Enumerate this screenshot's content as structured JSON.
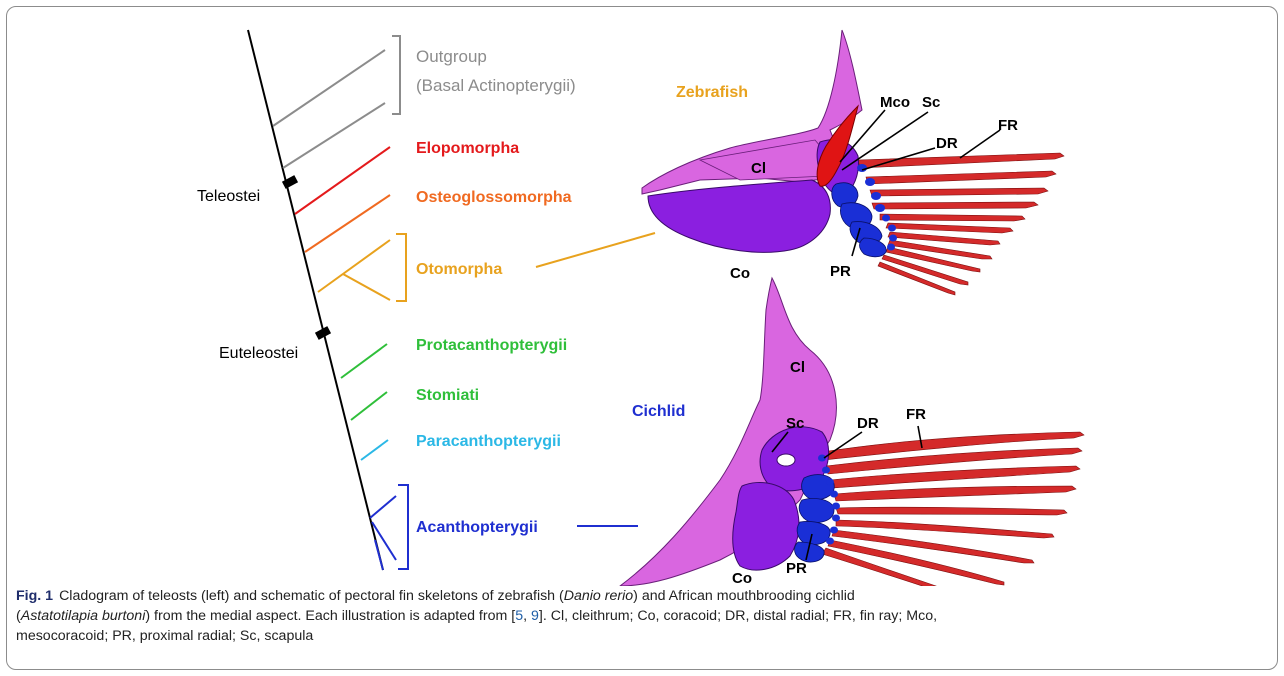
{
  "cladogram": {
    "outgroup_line1": "Outgroup",
    "outgroup_line2": "(Basal Actinopterygii)",
    "teleostei": "Teleostei",
    "euteleostei": "Euteleostei",
    "taxa": [
      {
        "label": "Elopomorpha",
        "color": "#e41a1c"
      },
      {
        "label": "Osteoglossomorpha",
        "color": "#f06a21"
      },
      {
        "label": "Otomorpha",
        "color": "#e8a21e"
      },
      {
        "label": "Protacanthopterygii",
        "color": "#2fbf3a"
      },
      {
        "label": "Stomiati",
        "color": "#2fbf3a"
      },
      {
        "label": "Paracanthopterygii",
        "color": "#2bb8e6"
      },
      {
        "label": "Acanthopterygii",
        "color": "#1f2fd0"
      }
    ],
    "outgroup_color": "#8c8c8c"
  },
  "zebrafish": {
    "title": "Zebrafish",
    "title_color": "#e8a21e",
    "labels": {
      "mco": "Mco",
      "sc": "Sc",
      "dr": "DR",
      "fr": "FR",
      "cl": "Cl",
      "co": "Co",
      "pr": "PR"
    }
  },
  "cichlid": {
    "title": "Cichlid",
    "title_color": "#1f2fd0",
    "labels": {
      "cl": "Cl",
      "sc": "Sc",
      "dr": "DR",
      "fr": "FR",
      "co": "Co",
      "pr": "PR"
    }
  },
  "colors": {
    "cleithrum": "#d966e0",
    "coracoid": "#8b1fe0",
    "radial": "#1a2fd6",
    "fin_ray": "#d42a2a"
  },
  "caption": {
    "fig_no": "Fig. 1",
    "t1": "Cladogram of teleosts (left) and schematic of pectoral fin skeletons of zebrafish (",
    "species1": "Danio rerio",
    "t2": ") and African mouthbrooding cichlid",
    "t3": "(",
    "species2": "Astatotilapia burtoni",
    "t4": ") from the medial aspect. Each illustration is adapted from [",
    "ref1": "5",
    "sep": ", ",
    "ref2": "9",
    "t5": "]. Cl, cleithrum; Co, coracoid; DR, distal radial; FR, fin ray; Mco,",
    "t6": "mesocoracoid; PR, proximal radial; Sc, scapula"
  }
}
